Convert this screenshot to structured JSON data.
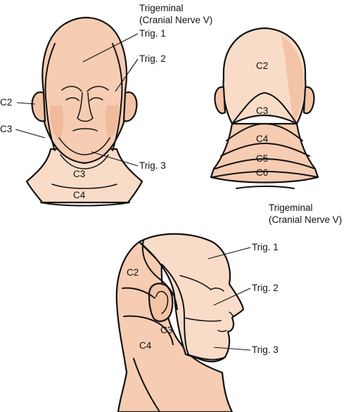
{
  "colors": {
    "skin_light": "#f9dcc8",
    "skin_mid": "#f3c3a5",
    "skin_dark": "#e9a583",
    "line": "#111111",
    "background": "#ffffff"
  },
  "front_view": {
    "header_line1": "Trigeminal",
    "header_line2": "(Cranial Nerve V)",
    "trig1": "Trig. 1",
    "trig2": "Trig. 2",
    "trig3": "Trig. 3",
    "c2": "C2",
    "c3_side": "C3",
    "c3_neck": "C3",
    "c4": "C4"
  },
  "back_view": {
    "c2": "C2",
    "c3": "C3",
    "c4": "C4",
    "c5": "C5",
    "c6": "C6"
  },
  "side_view": {
    "header_line1": "Trigeminal",
    "header_line2": "(Cranial Nerve V)",
    "trig1": "Trig. 1",
    "trig2": "Trig. 2",
    "trig3": "Trig. 3",
    "c2": "C2",
    "c3": "C3",
    "c4": "C4"
  }
}
